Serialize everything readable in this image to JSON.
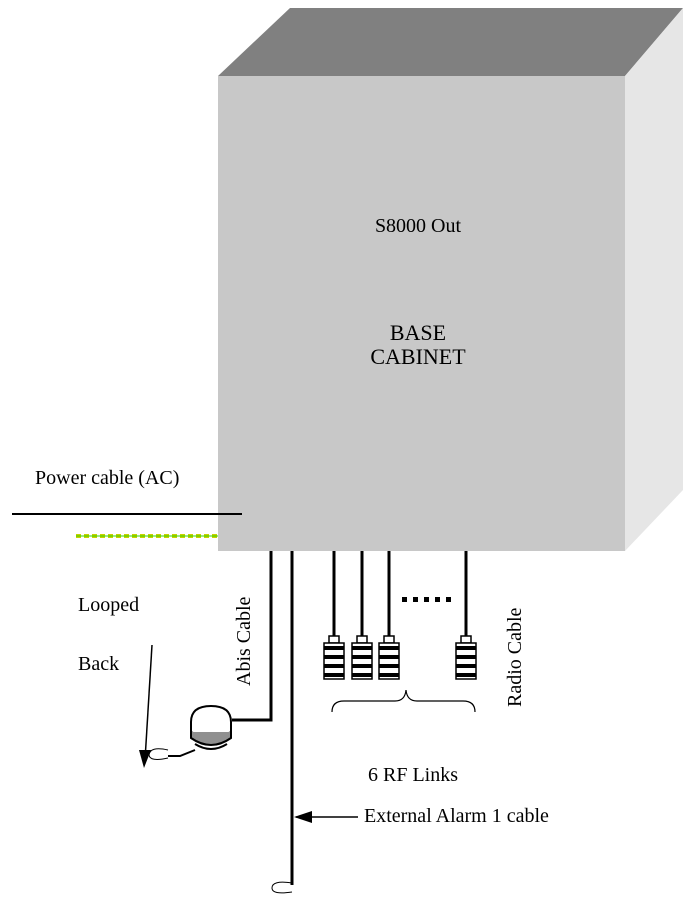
{
  "cabinet": {
    "title": "S8000 Out",
    "subtitle_line1": "BASE",
    "subtitle_line2": "CABINET",
    "front_color": "#c8c8c8",
    "top_color": "#808080",
    "side_color": "#e6e6e6"
  },
  "labels": {
    "power_cable": "Power cable (AC)",
    "looped": "Looped",
    "back": "Back",
    "abis_cable": "Abis Cable",
    "radio_cable": "Radio Cable",
    "rf_links": "6 RF Links",
    "external_alarm": "External Alarm 1 cable"
  },
  "colors": {
    "dashed_cable": "#c8d200",
    "dashed_cable_accent": "#39d000",
    "line": "#000000"
  }
}
